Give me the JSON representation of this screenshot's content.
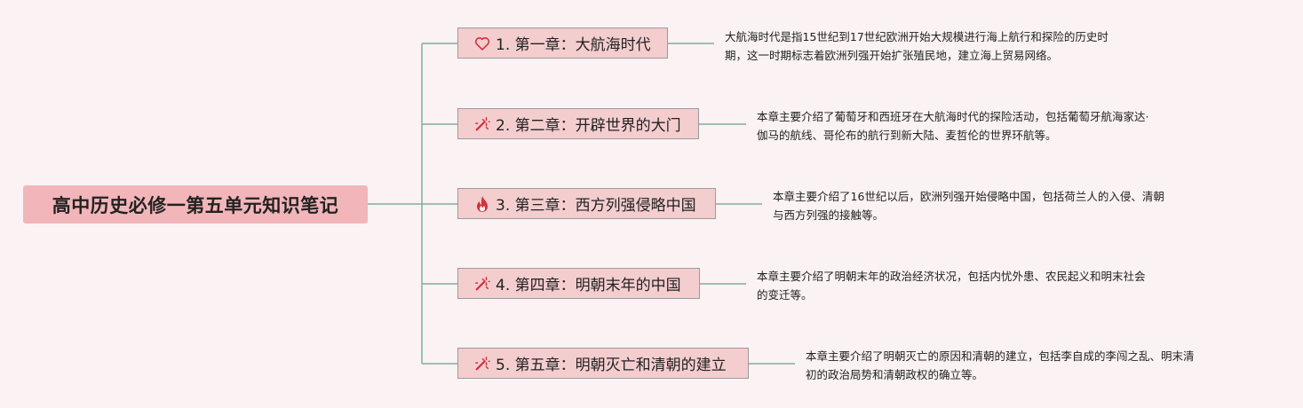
{
  "root": {
    "title": "高中历史必修一第五单元知识笔记"
  },
  "chapters": [
    {
      "icon": "heart-icon",
      "title": "1. 第一章：大航海时代",
      "desc": [
        "大航海时代是指15世纪到17世纪欧洲开始大规模进行海上航行和探险的历史时",
        "期，这一时期标志着欧洲列强开始扩张殖民地，建立海上贸易网络。"
      ]
    },
    {
      "icon": "magic-wand-icon",
      "title": "2. 第二章：开辟世界的大门",
      "desc": [
        "本章主要介绍了葡萄牙和西班牙在大航海时代的探险活动，包括葡萄牙航海家达·",
        "伽马的航线、哥伦布的航行到新大陆、麦哲伦的世界环航等。"
      ]
    },
    {
      "icon": "fire-icon",
      "title": "3. 第三章：西方列强侵略中国",
      "desc": [
        "本章主要介绍了16世纪以后，欧洲列强开始侵略中国，包括荷兰人的入侵、清朝",
        "与西方列强的接触等。"
      ]
    },
    {
      "icon": "magic-wand-icon",
      "title": "4. 第四章：明朝末年的中国",
      "desc": [
        "本章主要介绍了明朝末年的政治经济状况，包括内忧外患、农民起义和明末社会",
        "的变迁等。"
      ]
    },
    {
      "icon": "magic-wand-icon",
      "title": "5. 第五章：明朝灭亡和清朝的建立",
      "desc": [
        "本章主要介绍了明朝灭亡的原因和清朝的建立，包括李自成的李闯之乱、明末清",
        "初的政治局势和清朝政权的确立等。"
      ]
    }
  ],
  "colors": {
    "background": "#fbf2f3",
    "root_fill": "#f2b5b9",
    "chapter_fill": "#f4cdcf",
    "chapter_border": "#9b9b9b",
    "connector": "#7fae9c",
    "icon_red": "#d0333b"
  }
}
